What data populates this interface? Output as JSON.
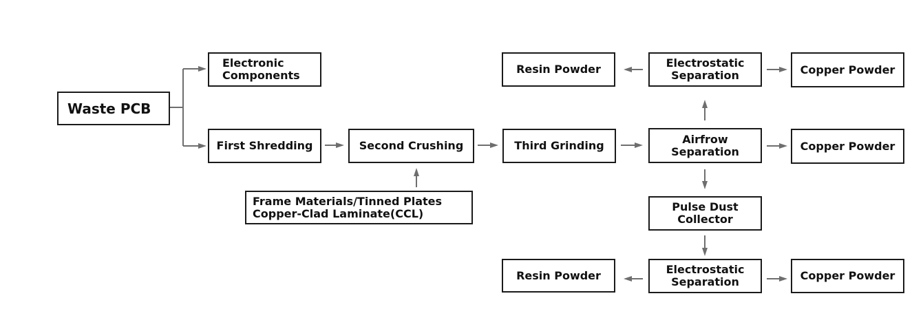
{
  "diagram": {
    "waste_pcb": "Waste PCB",
    "electronic_components": [
      "Electronic",
      "Components"
    ],
    "first_shredding": "First Shredding",
    "second_crushing": "Second Crushing",
    "third_grinding": "Third Grinding",
    "frame_materials": [
      "Frame Materials/Tinned Plates",
      "Copper-Clad Laminate(CCL)"
    ],
    "airflow_separation": [
      "Airfrow",
      "Separation"
    ],
    "electrostatic_top": [
      "Electrostatic",
      "Separation"
    ],
    "resin_powder_top": "Resin Powder",
    "copper_powder_top": "Copper Powder",
    "copper_powder_mid": "Copper Powder",
    "pulse_dust_collector": [
      "Pulse Dust",
      "Collector"
    ],
    "electrostatic_bottom": [
      "Electrostatic",
      "Separation"
    ],
    "resin_powder_bottom": "Resin Powder",
    "copper_powder_bottom": "Copper Powder"
  }
}
